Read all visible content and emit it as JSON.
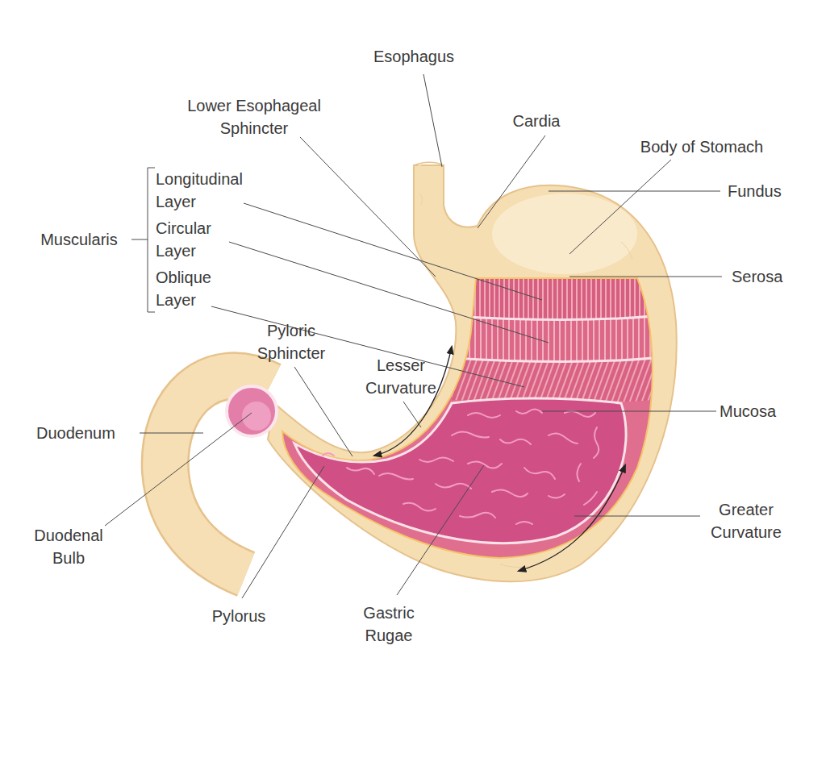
{
  "diagram": {
    "labels": [
      "Esophagus",
      "Lower Esophageal Sphincter",
      "Cardia",
      "Body of Stomach",
      "Longitudinal Layer",
      "Fundus",
      "Muscularis",
      "Circular Layer",
      "Serosa",
      "Oblique Layer",
      "Pyloric Sphincter",
      "Lesser Curvature",
      "Mucosa",
      "Duodenum",
      "Greater Curvature",
      "Duodenal Bulb",
      "Pylorus",
      "Gastric Rugae"
    ]
  }
}
